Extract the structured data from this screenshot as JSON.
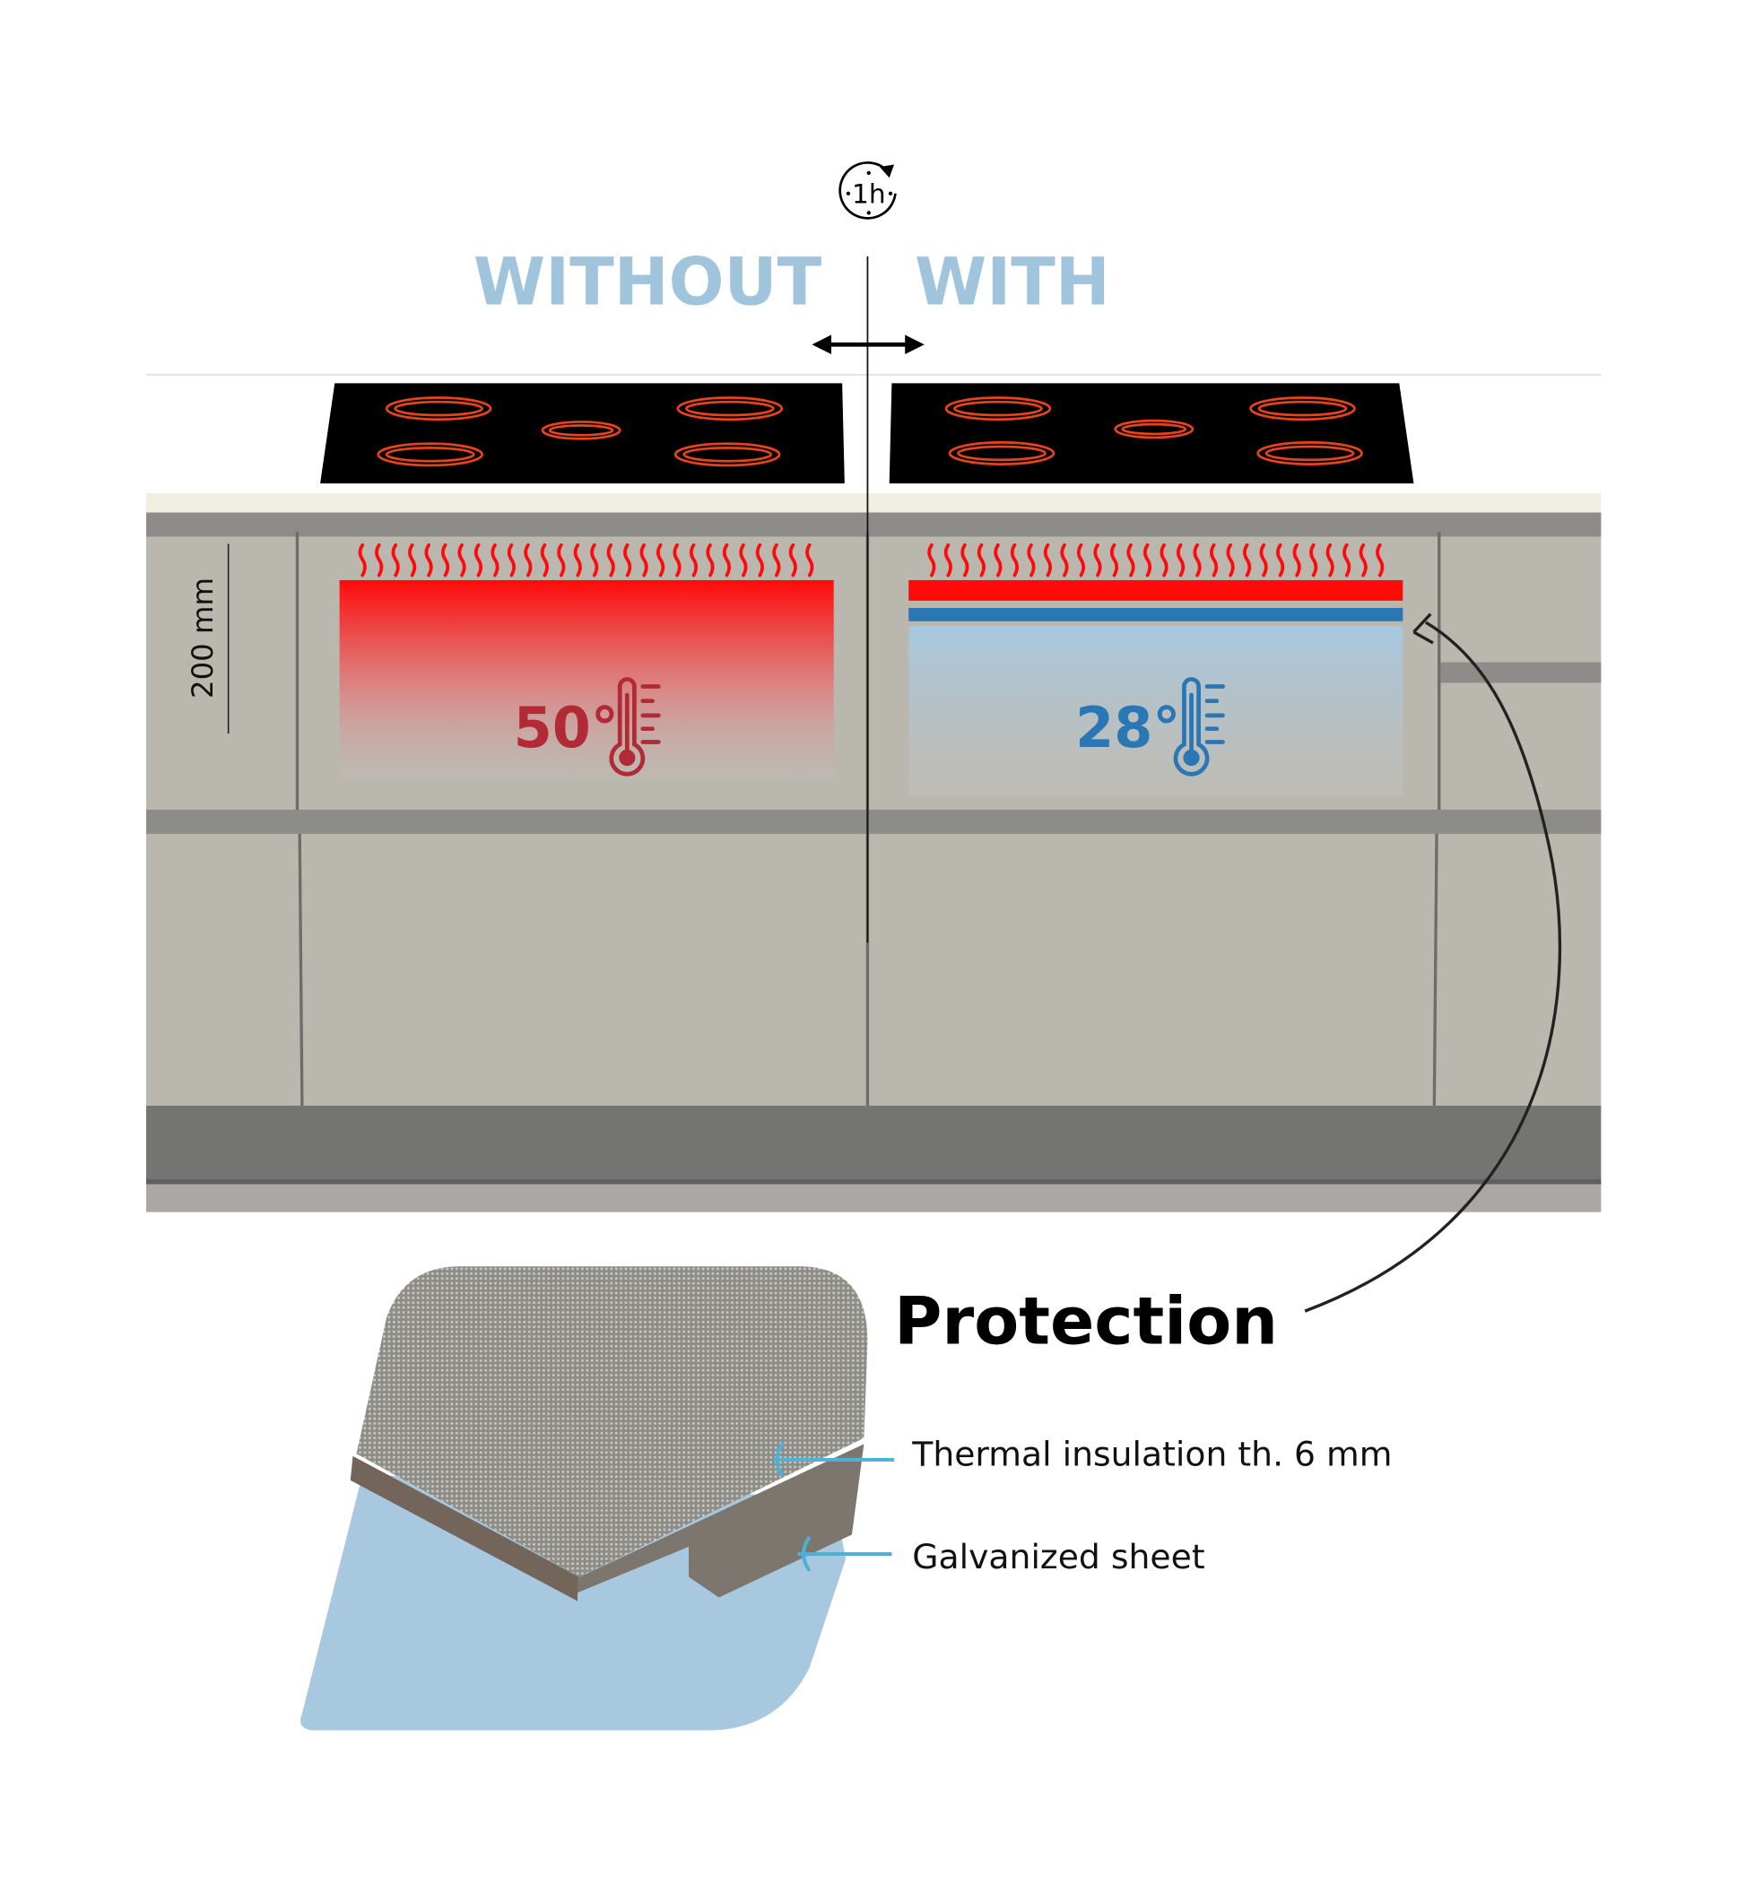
{
  "header": {
    "time_icon_label": "1h",
    "without_label": "WITHOUT",
    "with_label": "WITH"
  },
  "dimension": {
    "label": "200 mm"
  },
  "without_panel": {
    "temperature": "50°"
  },
  "with_panel": {
    "temperature": "28°"
  },
  "callout": {
    "title": "Protection",
    "layers": [
      {
        "label": "Thermal insulation th. 6 mm"
      },
      {
        "label": "Galvanized sheet"
      }
    ]
  },
  "colors": {
    "hot": "#ff0a0a",
    "hot_text": "#b22a35",
    "cool": "#2a77b4",
    "header_text": "#9fc4dc",
    "burner": "#e8431a"
  }
}
